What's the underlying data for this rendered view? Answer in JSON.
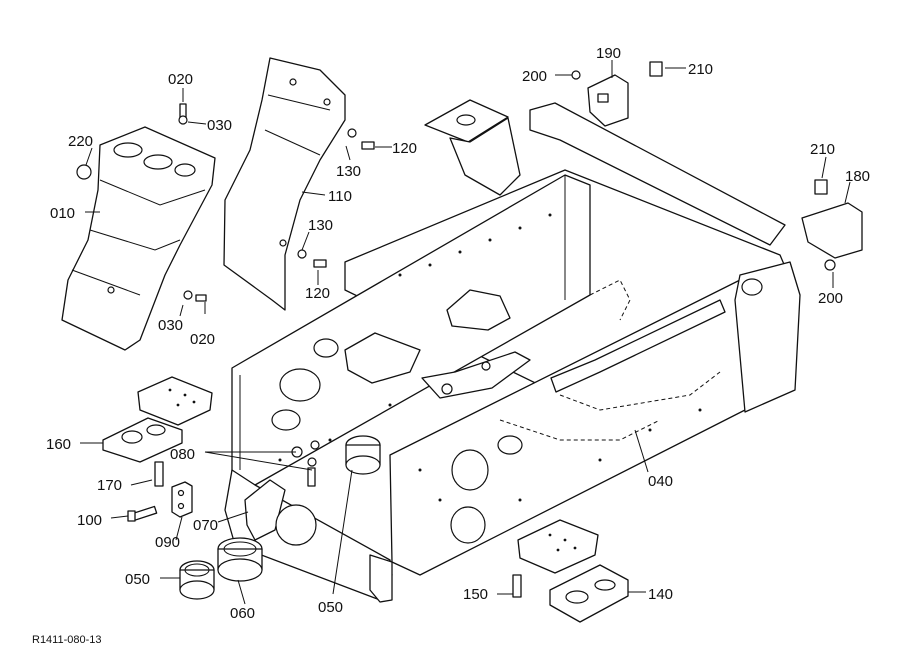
{
  "diagram": {
    "reference_code": "R1411-080-13",
    "part_numbers": {
      "p010": "010",
      "p020a": "020",
      "p020b": "020",
      "p030a": "030",
      "p030b": "030",
      "p040": "040",
      "p050a": "050",
      "p050b": "050",
      "p060": "060",
      "p070": "070",
      "p080": "080",
      "p090": "090",
      "p100": "100",
      "p110": "110",
      "p120a": "120",
      "p120b": "120",
      "p130a": "130",
      "p130b": "130",
      "p140": "140",
      "p150": "150",
      "p160": "160",
      "p170": "170",
      "p180": "180",
      "p190": "190",
      "p200a": "200",
      "p200b": "200",
      "p210a": "210",
      "p210b": "210",
      "p220": "220"
    }
  }
}
